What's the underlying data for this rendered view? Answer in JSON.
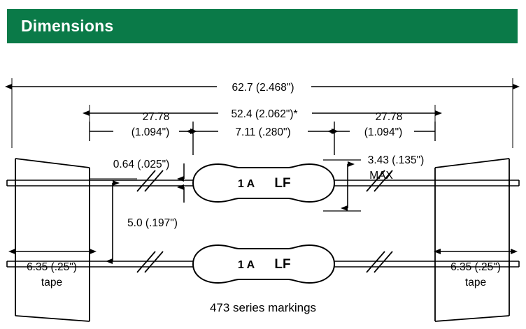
{
  "header": {
    "title": "Dimensions",
    "bg_color": "#0a7a48",
    "text_color": "#ffffff"
  },
  "drawing": {
    "caption": "473 series markings",
    "line_color": "#000000",
    "background": "#ffffff",
    "dimensions": {
      "overall_length": "62.7 (2.468\")",
      "tape_to_tape": "52.4 (2.062\")*",
      "lead_left": "27.78",
      "lead_left_inch": "(1.094\")",
      "body_length": "7.11 (.280\")",
      "lead_right": "27.78",
      "lead_right_inch": "(1.094\")",
      "lead_diameter": "0.64 (.025\")",
      "body_diameter": "3.43 (.135\")",
      "body_diameter_note": "MAX",
      "lead_spacing": "5.0 (.197\")",
      "tape_width_left": "6.35 (.25\")",
      "tape_label_left": "tape",
      "tape_width_right": "6.35 (.25\")",
      "tape_label_right": "tape"
    },
    "fuse_markings": {
      "rating": "1 A",
      "logo": "LF"
    }
  }
}
